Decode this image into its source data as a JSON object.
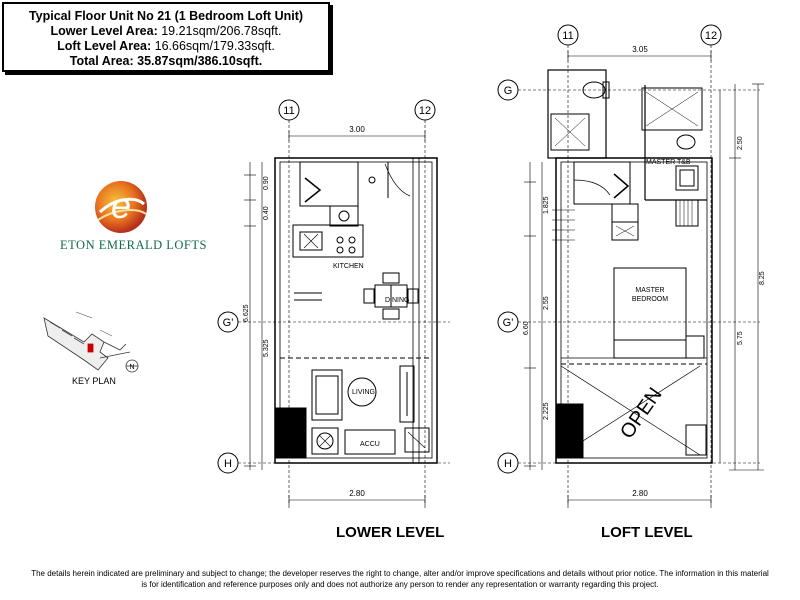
{
  "info": {
    "title": "Typical Floor Unit No 21 (1 Bedroom Loft Unit)",
    "lower_label": "Lower Level Area:",
    "lower_value": " 19.21sqm/206.78sqft.",
    "loft_label": "Loft Level Area:",
    "loft_value": " 16.66sqm/179.33sqft.",
    "total_label": "Total Area:",
    "total_value": " 35.87sqm/386.10sqft."
  },
  "logo": {
    "name": "ETON EMERALD LOFTS",
    "mark": "e",
    "colors": {
      "orange": "#f2a21c",
      "red": "#c8401a",
      "green": "#0f6c4c"
    }
  },
  "key_plan": {
    "label": "KEY PLAN",
    "north": "N"
  },
  "lower_plan": {
    "label": "LOWER LEVEL",
    "grid_11": "11",
    "grid_12": "12",
    "grid_g_prime": "G'",
    "grid_h": "H",
    "dim_top": "3.00",
    "dim_bottom": "2.80",
    "dim_090": "0.90",
    "dim_040": "0.40",
    "dim_6625": "6.625",
    "dim_5325": "5.325",
    "kitchen": "KITCHEN",
    "dining": "DINING",
    "living": "LIVING",
    "accu": "ACCU"
  },
  "loft_plan": {
    "label": "LOFT LEVEL",
    "grid_11": "11",
    "grid_12": "12",
    "grid_g": "G",
    "grid_g_prime": "G'",
    "grid_h": "H",
    "dim_top": "3.05",
    "dim_bottom": "2.80",
    "dim_250": "2.50",
    "dim_825": "8.25",
    "dim_1825": "1.825",
    "dim_255": "2.55",
    "dim_660": "6.60",
    "dim_575": "5.75",
    "dim_2225": "2.225",
    "master_tb": "MASTER T&B",
    "master": "MASTER",
    "bedroom": "BEDROOM",
    "open": "OPEN"
  },
  "disclaimer": {
    "line1": "The details herein indicated are preliminary and subject to change; the developer reserves the right to change, alter and/or improve specifications and details without prior notice.  The information in this material",
    "line2": "is for identification and reference purposes only and does not authorize any person to render any representation or warranty regarding this project."
  }
}
